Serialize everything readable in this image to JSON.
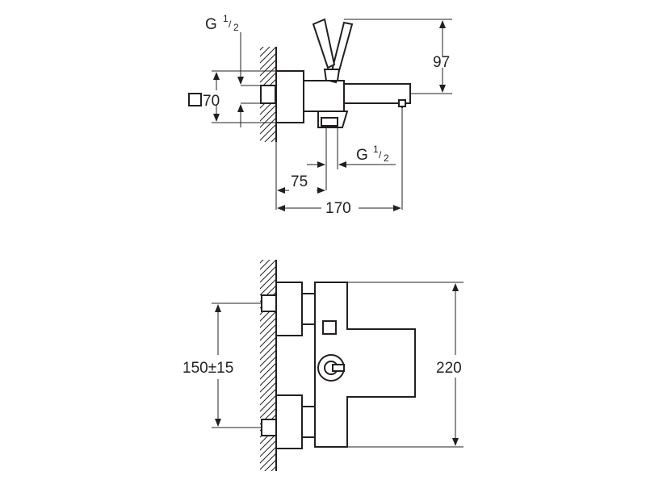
{
  "diagram": {
    "top_view": {
      "thread_top": {
        "prefix": "G ",
        "num": "1",
        "den": "2"
      },
      "square_size": "70",
      "height_97": "97",
      "thread_bottom": {
        "prefix": "G ",
        "num": "1",
        "den": "2"
      },
      "offset_75": "75",
      "length_170": "170"
    },
    "front_view": {
      "spacing": "150±15",
      "height_220": "220"
    }
  }
}
